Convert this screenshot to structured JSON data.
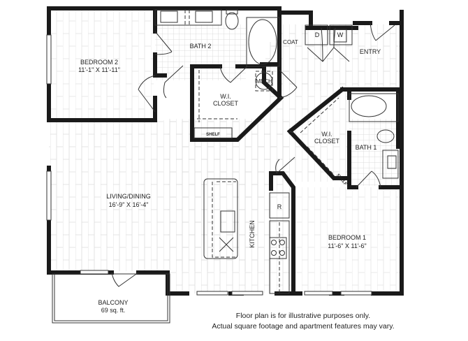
{
  "rooms": {
    "bedroom2": {
      "name": "BEDROOM 2",
      "size": "11'-1\" X 11'-11\""
    },
    "bath2": {
      "name": "BATH 2"
    },
    "wi_closet_2": {
      "name_line1": "W.I.",
      "name_line2": "CLOSET"
    },
    "shelf_2": {
      "name": "SHELF"
    },
    "mech": {
      "name": "MECH"
    },
    "coat": {
      "name": "COAT"
    },
    "dryer": {
      "name": "D"
    },
    "washer": {
      "name": "W"
    },
    "entry": {
      "name": "ENTRY"
    },
    "wi_closet_1": {
      "name_line1": "W.I.",
      "name_line2": "CLOSET"
    },
    "shelf_1": {
      "name": "SHELF"
    },
    "bath1": {
      "name": "BATH 1"
    },
    "living": {
      "name": "LIVING/DINING",
      "size": "16'-9\" X 16'-4\""
    },
    "kitchen": {
      "name": "KITCHEN"
    },
    "refrigerator": {
      "name": "R"
    },
    "bedroom1": {
      "name": "BEDROOM 1",
      "size": "11'-6\" X 11'-6\""
    },
    "balcony": {
      "name": "BALCONY",
      "size": "69 sq. ft."
    }
  },
  "disclaimer": {
    "line1": "Floor plan is for illustrative purposes only.",
    "line2": "Actual square footage and apartment features may vary."
  },
  "colors": {
    "wall": "#1a1a1a",
    "grid": "#d8d8d8",
    "background": "#ffffff"
  }
}
